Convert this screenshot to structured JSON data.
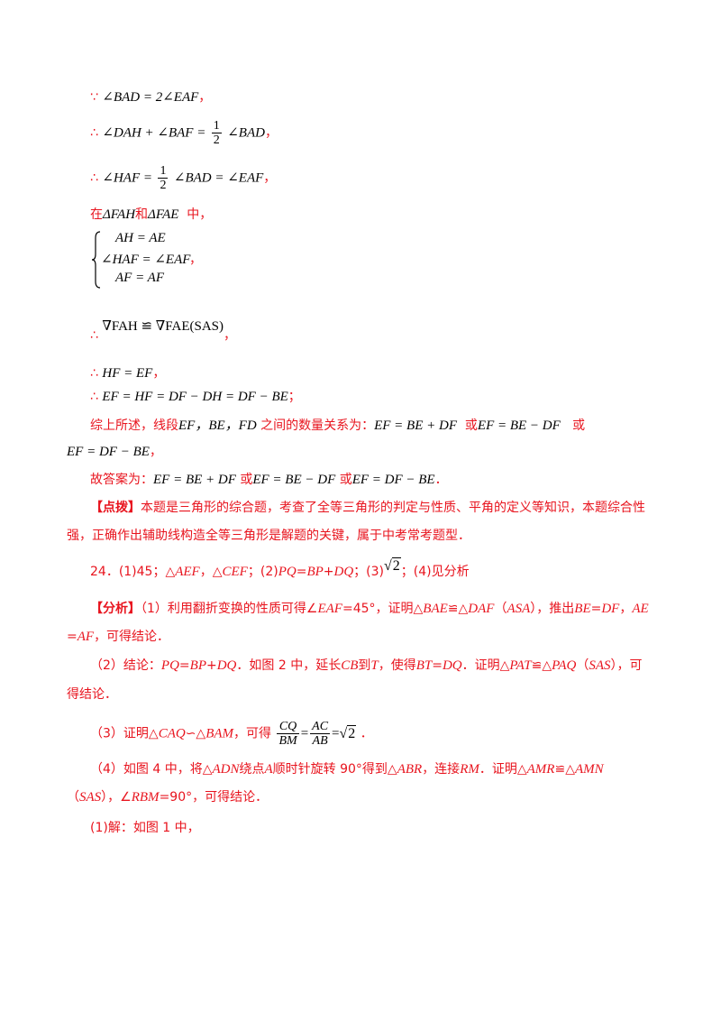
{
  "l1": {
    "pre": "∵",
    "math": "∠BAD = 2∠EAF",
    "post": "，"
  },
  "l2": {
    "pre": "∴",
    "math_a": "∠DAH + ∠BAF =",
    "frac_n": "1",
    "frac_d": "2",
    "math_b": "∠BAD",
    "post": "，"
  },
  "l3": {
    "pre": "∴",
    "math_a": "∠HAF =",
    "frac_n": "1",
    "frac_d": "2",
    "math_b": "∠BAD = ∠EAF",
    "post": "，"
  },
  "l4": {
    "a": "在",
    "m1": "ΔFAH",
    "b": "和",
    "m2": "ΔFAE",
    "c": "中，"
  },
  "sys": {
    "r1": "AH = AE",
    "r2": "∠HAF = ∠EAF",
    "r3": "AF = AF",
    "post": "，"
  },
  "l5": {
    "pre": "∴",
    "math": "∇FAH ≌ ∇FAE",
    "paren": "(SAS)",
    "post": "，"
  },
  "l6": {
    "pre": "∴",
    "math": "HF = EF",
    "post": "，"
  },
  "l7": {
    "pre": "∴",
    "math": "EF = HF = DF − DH = DF − BE",
    "post": "；"
  },
  "l8": {
    "a": "综上所述，线段",
    "m1": "EF，BE，FD",
    "b": "之间的数量关系为：",
    "m2": "EF = BE + DF",
    "c": "或",
    "m3": "EF = BE − DF",
    "d": "或"
  },
  "l9": {
    "math": "EF = DF − BE",
    "post": "，"
  },
  "l10": {
    "a": "故答案为：",
    "m1": "EF = BE + DF",
    "b": "或",
    "m2": "EF = BE − DF",
    "c": "或",
    "m3": "EF = DF − BE",
    "d": "．"
  },
  "l11": {
    "tag": "【点拨】",
    "text": "本题是三角形的综合题，考查了全等三角形的判定与性质、平角的定义等知识，本题综合性"
  },
  "l12": {
    "text": "强，正确作出辅助线构造全等三角形是解题的关键，属于中考常考题型．"
  },
  "l13": {
    "a": "24．(1)45；△",
    "m1": "AEF",
    "b": "，△",
    "m2": "CEF",
    "c": "；(2)",
    "m3": "PQ",
    "d": "=",
    "m4": "BP",
    "e": "+",
    "m5": "DQ",
    "f": "；(3)",
    "rad": "2",
    "g": "；(4)见分析"
  },
  "l14": {
    "tag": "【分析】",
    "a": "（1）利用翻折变换的性质可得∠",
    "m1": "EAF",
    "b": "=45°，证明△",
    "m2": "BAE",
    "c": "≌△",
    "m3": "DAF",
    "d": "（",
    "m4": "ASA",
    "e": "），推出",
    "m5": "BE",
    "f": "=",
    "m6": "DF",
    "g": "，",
    "m7": "AE"
  },
  "l15": {
    "a": "=",
    "m1": "AF",
    "b": "，可得结论．"
  },
  "l16": {
    "a": "（2）结论：",
    "m1": "PQ",
    "b": "=",
    "m2": "BP",
    "c": "+",
    "m3": "DQ",
    "d": "．如图 2 中，延长",
    "m4": "CB",
    "e": "到",
    "m5": "T",
    "f": "，使得",
    "m6": "BT",
    "g": "=",
    "m7": "DQ",
    "h": "．证明△",
    "m8": "PAT",
    "i": "≌△",
    "m9": "PAQ",
    "j": "（",
    "m10": "SAS",
    "k": "），可"
  },
  "l17": {
    "text": "得结论．"
  },
  "l18": {
    "a": "（3）证明△",
    "m1": "CAQ",
    "b": "∽△",
    "m2": "BAM",
    "c": "，可得",
    "f1n": "CQ",
    "f1d": "BM",
    "eq": "=",
    "f2n": "AC",
    "f2d": "AB",
    "eq2": "=",
    "rad": "2",
    "d": "．"
  },
  "l19": {
    "a": "（4）如图 4 中，将△",
    "m1": "ADN",
    "b": "绕点",
    "m2": "A",
    "c": "顺时针旋转 90°得到△",
    "m3": "ABR",
    "d": "，连接",
    "m4": "RM",
    "e": "．证明△",
    "m5": "AMR",
    "f": "≌△",
    "m6": "AMN"
  },
  "l20": {
    "a": "（",
    "m1": "SAS",
    "b": "），∠",
    "m2": "RBM",
    "c": "=90°，可得结论．"
  },
  "l21": {
    "text": "(1)解：如图 1 中，"
  }
}
